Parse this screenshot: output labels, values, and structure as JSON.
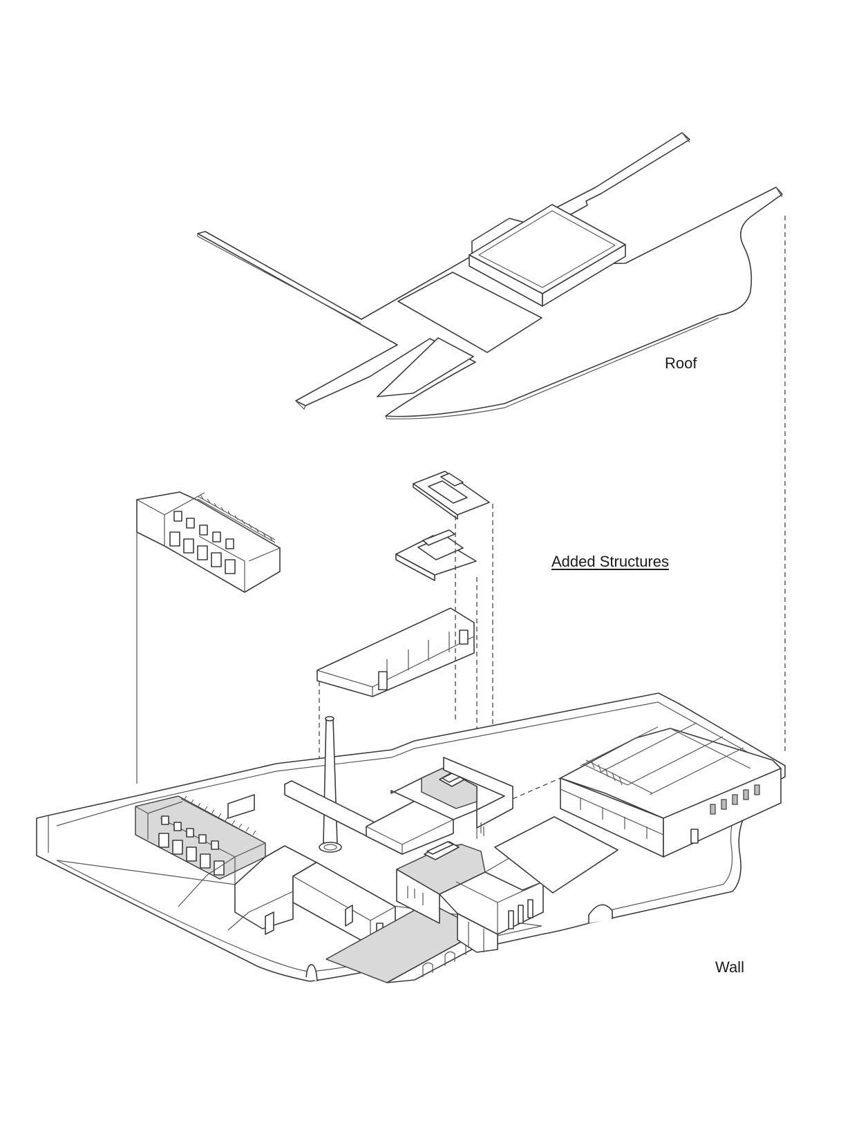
{
  "labels": {
    "roof": "Roof",
    "added_structures": "Added Structures",
    "wall": "Wall"
  }
}
